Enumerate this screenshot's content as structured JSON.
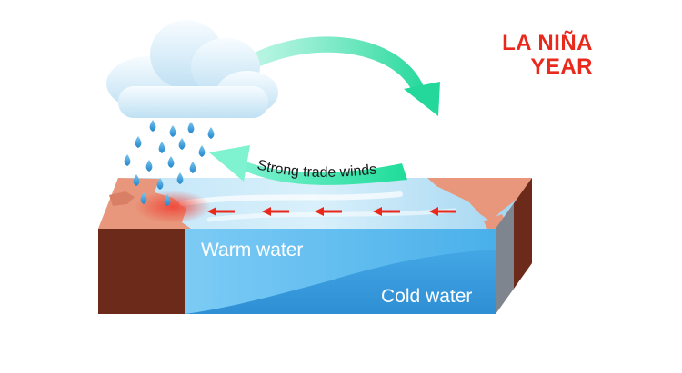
{
  "title": {
    "line1": "LA NIÑA",
    "line2": "YEAR"
  },
  "labels": {
    "trade_winds": "Strong trade winds",
    "warm_water": "Warm water",
    "cold_water": "Cold water"
  },
  "colors": {
    "title": "#e8291c",
    "ocean_front": "#3a9fe0",
    "warm_layer": "#6cc1f2",
    "land": "#e8977c",
    "block_side": "#6b2a1a",
    "wind_arrow": "#2ee6a4",
    "current_arrows": "#e8291c",
    "cloud": "#dff1fb",
    "rain": "#2f9bd8"
  },
  "icons": [
    "cloud-icon",
    "rain-drops-icon",
    "curved-arrow-icon",
    "current-arrow-icon"
  ]
}
